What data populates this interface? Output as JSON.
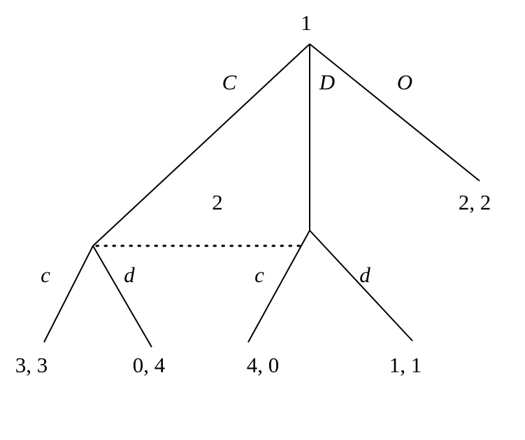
{
  "nodes": {
    "root_player": "1",
    "info_set_player": "2"
  },
  "actions": {
    "player1": [
      "C",
      "D",
      "O"
    ],
    "player2_left": [
      "c",
      "d"
    ],
    "player2_right": [
      "c",
      "d"
    ]
  },
  "payoffs": {
    "O": "2, 2",
    "Cc": "3, 3",
    "Cd": "0, 4",
    "Dc": "4, 0",
    "Dd": "1, 1"
  }
}
